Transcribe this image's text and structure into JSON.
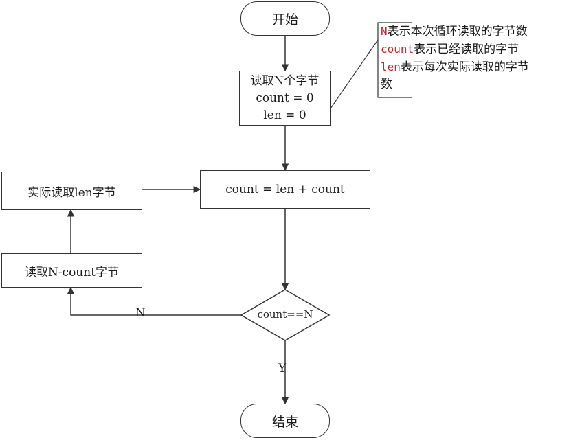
{
  "start": "开始",
  "init": {
    "line1": "读取N个字节",
    "line2": "count = 0",
    "line3": "len = 0"
  },
  "accumulate": "count = len + count",
  "read_actual": "实际读取len字节",
  "read_remaining": "读取N-count字节",
  "decision": "count==N",
  "label_no": "N",
  "label_yes": "Y",
  "end": "结束",
  "note": {
    "line1_var": "N",
    "line1_text": "表示本次循环读取的字节数",
    "line2_var": "count",
    "line2_text": "表示已经读取的字节",
    "line3_var": "len",
    "line3_text": "表示每次实际读取的字节",
    "line4_text": "数"
  },
  "colors": {
    "stroke": "#333333",
    "highlight": "#d0232a"
  }
}
